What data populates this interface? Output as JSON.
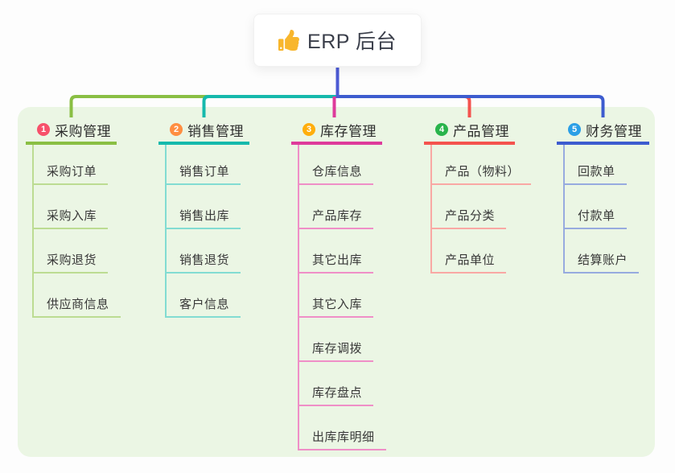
{
  "root": {
    "title": "ERP 后台",
    "icon": "thumbs-up-icon"
  },
  "branches": [
    {
      "number": "1",
      "title": "采购管理",
      "badge_color": "#f7506a",
      "line_color": "#8abf44",
      "child_line_color": "#bcdc92",
      "children": [
        "采购订单",
        "采购入库",
        "采购退货",
        "供应商信息"
      ]
    },
    {
      "number": "2",
      "title": "销售管理",
      "badge_color": "#ff8e41",
      "line_color": "#16b9ac",
      "child_line_color": "#82dcd2",
      "children": [
        "销售订单",
        "销售出库",
        "销售退货",
        "客户信息"
      ]
    },
    {
      "number": "3",
      "title": "库存管理",
      "badge_color": "#ffae0c",
      "line_color": "#de3a9b",
      "child_line_color": "#ef8fc7",
      "children": [
        "仓库信息",
        "产品库存",
        "其它出库",
        "其它入库",
        "库存调拨",
        "库存盘点",
        "出库库明细"
      ]
    },
    {
      "number": "4",
      "title": "产品管理",
      "badge_color": "#29b44b",
      "line_color": "#f4534e",
      "child_line_color": "#f9a8a4",
      "children": [
        "产品（物料）",
        "产品分类",
        "产品单位"
      ]
    },
    {
      "number": "5",
      "title": "财务管理",
      "badge_color": "#2b9fe6",
      "line_color": "#3d5ccf",
      "child_line_color": "#97abdf",
      "children": [
        "回款单",
        "付款单",
        "结算账户"
      ]
    }
  ],
  "colors": {
    "trunk": "#4c5ad4",
    "canvas_bg": "#fdfdfd",
    "panel_bg": "#ebf6e4"
  }
}
